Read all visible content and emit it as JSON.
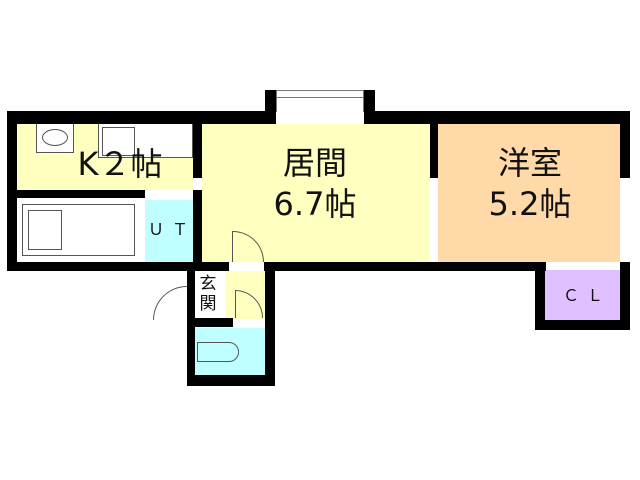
{
  "rooms": {
    "kitchen": {
      "name": "K２帖",
      "color": "#ffffc0"
    },
    "living": {
      "name": "居間",
      "size": "6.7帖",
      "color": "#ffffc0"
    },
    "western": {
      "name": "洋室",
      "size": "5.2帖",
      "color": "#ffd9a8"
    },
    "ut": {
      "name": "ＵＴ",
      "color": "#c0ffff"
    },
    "closet": {
      "name": "ＣＬ",
      "color": "#e0c0ff"
    },
    "entrance": {
      "name": "玄関"
    },
    "toilet": {
      "color": "#c0ffff"
    }
  }
}
